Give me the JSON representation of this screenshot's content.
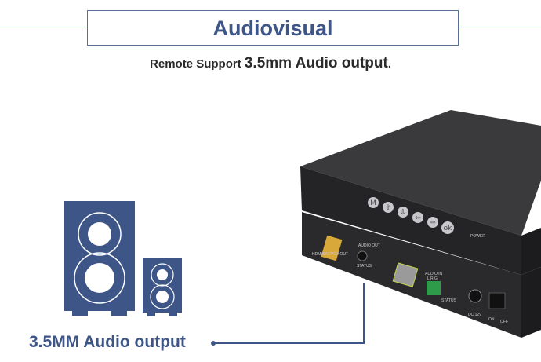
{
  "header": {
    "title": "Audiovisual",
    "subtitle_prefix": "Remote Support ",
    "subtitle_main": "3.5mm Audio output",
    "subtitle_suffix": "."
  },
  "caption": "3.5MM Audio output",
  "device": {
    "buttons": [
      "M",
      "⇧",
      "⇩",
      "⇦",
      "⇨",
      "ok"
    ],
    "power_label": "POWER",
    "audio_out_label": "AUDIO OUT",
    "status_label": "STATUS",
    "video_out_label": "HDMI/DVI/VGA OUT",
    "audio_in_label": "AUDIO IN",
    "audio_in_pins": "L R G",
    "status2_label": "STATUS",
    "dc_label": "DC 12V",
    "on_label": "ON",
    "off_label": "OFF"
  },
  "colors": {
    "accent": "#3d5587",
    "speaker": "#3d5587",
    "device": "#2b2b2d"
  }
}
